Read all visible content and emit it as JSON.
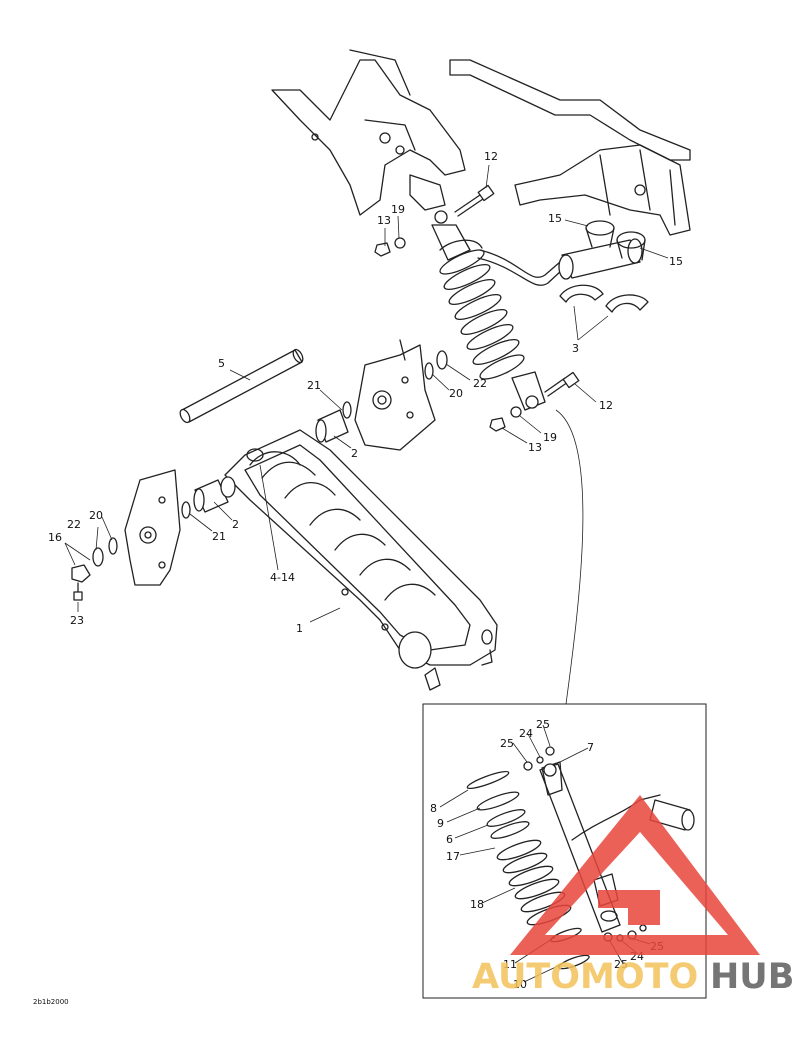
{
  "figure_id": "2b1b2000",
  "callouts": [
    {
      "id": "c12a",
      "text": "12"
    },
    {
      "id": "c13a",
      "text": "13"
    },
    {
      "id": "c19a",
      "text": "19"
    },
    {
      "id": "c15a",
      "text": "15"
    },
    {
      "id": "c15b",
      "text": "15"
    },
    {
      "id": "c3",
      "text": "3"
    },
    {
      "id": "c5",
      "text": "5"
    },
    {
      "id": "c22a",
      "text": "22"
    },
    {
      "id": "c20a",
      "text": "20"
    },
    {
      "id": "c21a",
      "text": "21"
    },
    {
      "id": "c12b",
      "text": "12"
    },
    {
      "id": "c19b",
      "text": "19"
    },
    {
      "id": "c13b",
      "text": "13"
    },
    {
      "id": "c2a",
      "text": "2"
    },
    {
      "id": "c22b",
      "text": "22"
    },
    {
      "id": "c20b",
      "text": "20"
    },
    {
      "id": "c16",
      "text": "16"
    },
    {
      "id": "c21b",
      "text": "21"
    },
    {
      "id": "c2b",
      "text": "2"
    },
    {
      "id": "c4_14",
      "text": "4-14"
    },
    {
      "id": "c23",
      "text": "23"
    },
    {
      "id": "c1",
      "text": "1"
    },
    {
      "id": "c24a",
      "text": "24"
    },
    {
      "id": "c25a",
      "text": "25"
    },
    {
      "id": "c25b",
      "text": "25"
    },
    {
      "id": "c7",
      "text": "7"
    },
    {
      "id": "c8",
      "text": "8"
    },
    {
      "id": "c9",
      "text": "9"
    },
    {
      "id": "c6",
      "text": "6"
    },
    {
      "id": "c17",
      "text": "17"
    },
    {
      "id": "c18",
      "text": "18"
    },
    {
      "id": "c25c",
      "text": "25"
    },
    {
      "id": "c24b",
      "text": "24"
    },
    {
      "id": "c25d",
      "text": "25"
    },
    {
      "id": "c11",
      "text": "11"
    },
    {
      "id": "c10",
      "text": "10"
    }
  ],
  "watermark": {
    "part1": "AUTOMOTO",
    "part2": "HUB",
    "colors": {
      "primary": "#e8463c",
      "secondary": "#f3c35a",
      "text_dark": "#5e5e5e"
    }
  }
}
